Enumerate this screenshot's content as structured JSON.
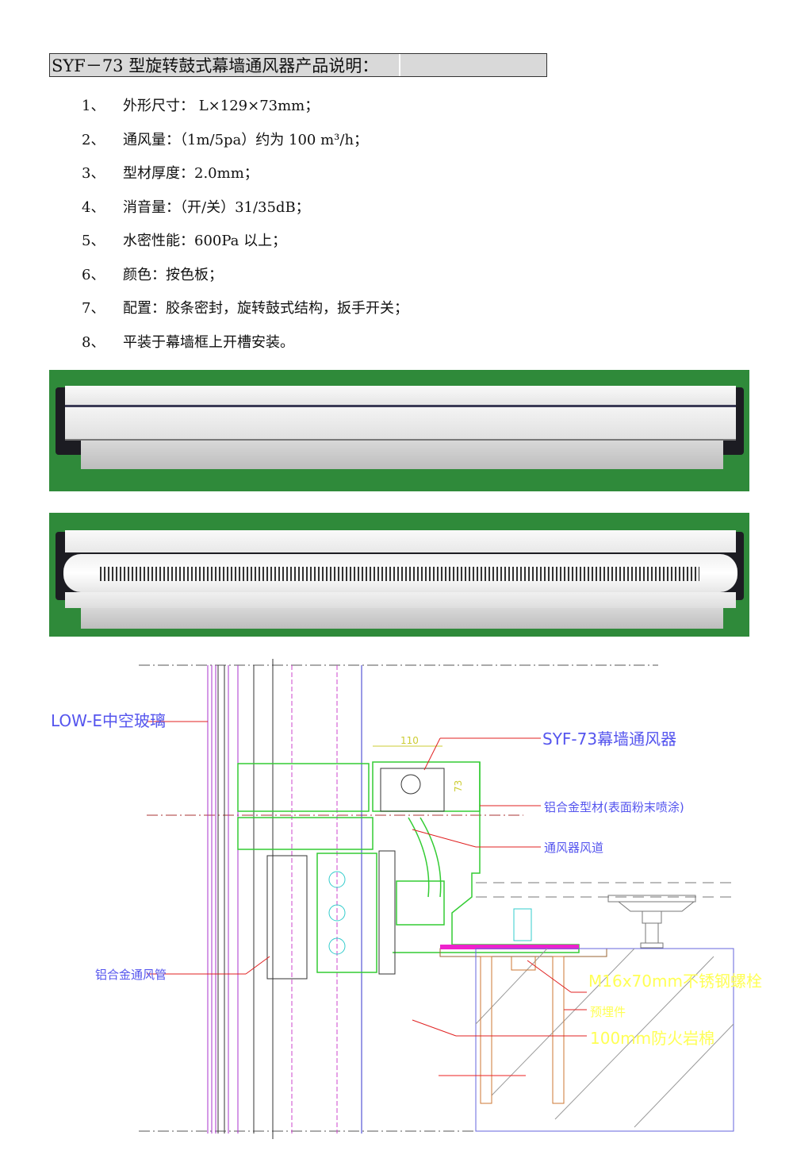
{
  "title": "SYF－73 型旋转鼓式幕墙通风器产品说明：",
  "specs": [
    {
      "num": "1、",
      "text": "外形尺寸： L×129×73mm；"
    },
    {
      "num": "2、",
      "text": "通风量：（1m/5pa）约为 100 m³/h；"
    },
    {
      "num": "3、",
      "text": "型材厚度：2.0mm；"
    },
    {
      "num": "4、",
      "text": "消音量：（开/关）31/35dB；"
    },
    {
      "num": "5、",
      "text": "水密性能：600Pa 以上；"
    },
    {
      "num": "6、",
      "text": "颜色：按色板；"
    },
    {
      "num": "7、",
      "text": "配置：胶条密封，旋转鼓式结构，扳手开关；"
    },
    {
      "num": "8、",
      "text": "平装于幕墙框上开槽安装。"
    }
  ],
  "diagram": {
    "low_e_glass": "LOW-E中空玻璃",
    "ventilator": "SYF-73幕墙通风器",
    "aluminum_profile": "铝合金型材(表面粉末喷涂)",
    "air_duct": "通风器风道",
    "aluminum_vent_pipe": "铝合金通风管",
    "bolt": "M16x70mm不锈钢螺栓",
    "embedded_part": "预埋件",
    "rock_wool": "100mm防火岩棉",
    "dim_width": "110",
    "dim_height": "73"
  },
  "colors": {
    "photo_bg": "#2f8a3a",
    "label_blue": "#5555ee",
    "label_yellow": "#ffff55",
    "leader_red": "#e02020",
    "frame_green": "#33cc33",
    "magenta": "#ee22cc"
  }
}
